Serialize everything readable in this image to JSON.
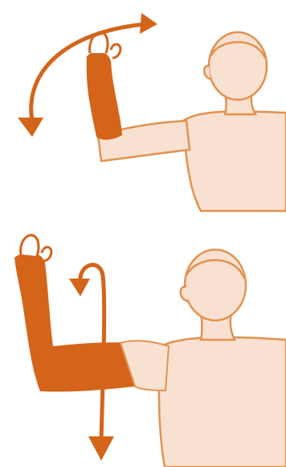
{
  "colors": {
    "orange": "#D4641A",
    "outline": "#E3914F",
    "skin": "#F9E1D1",
    "background": "#FFFFFF"
  },
  "figures": [
    {
      "pose": "raised-forearm",
      "highlight": "forearm",
      "motion": "arc-arrow-rotation",
      "icons": [
        "curved-double-arrow-icon"
      ]
    },
    {
      "pose": "raised-forearm",
      "highlight": "whole-arm",
      "motion": "vertical-loop-arrow-rotation",
      "icons": [
        "loop-down-arrow-icon"
      ]
    }
  ]
}
